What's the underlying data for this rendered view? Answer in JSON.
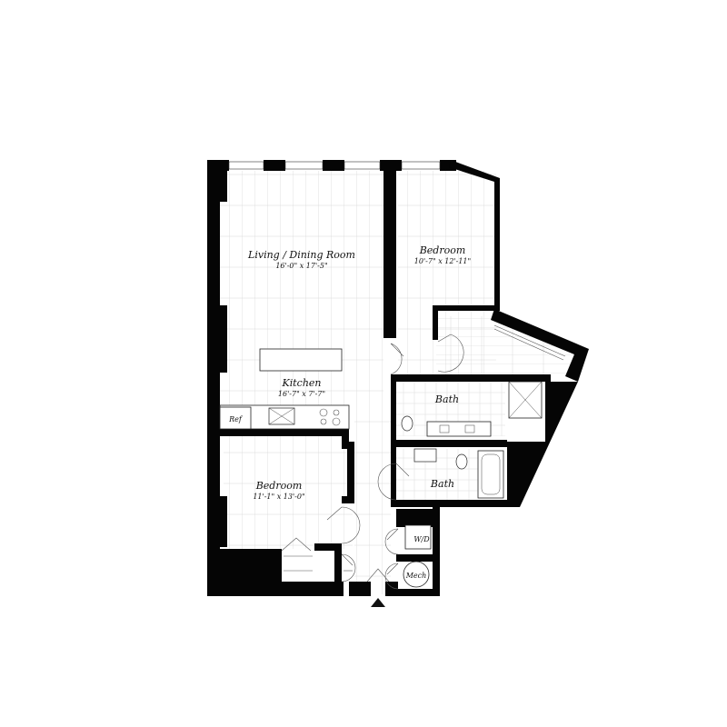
{
  "rooms": {
    "living": {
      "name": "Living / Dining Room",
      "dims": "16'-0\" x 17'-5\""
    },
    "bedroom_east": {
      "name": "Bedroom",
      "dims": "10'-7\" x 12'-11\""
    },
    "kitchen": {
      "name": "Kitchen",
      "dims": "16'-7\" x 7'-7\""
    },
    "bedroom_west": {
      "name": "Bedroom",
      "dims": "11'-1\" x 13'-0\""
    },
    "bath_main": {
      "name": "Bath"
    },
    "bath_second": {
      "name": "Bath"
    }
  },
  "fixtures": {
    "ref": "Ref",
    "washer_dryer": "W/D",
    "mech": "Mech"
  },
  "colors": {
    "wall": "#050505",
    "floor_lines": "#c8c8c8",
    "background": "#ffffff"
  }
}
